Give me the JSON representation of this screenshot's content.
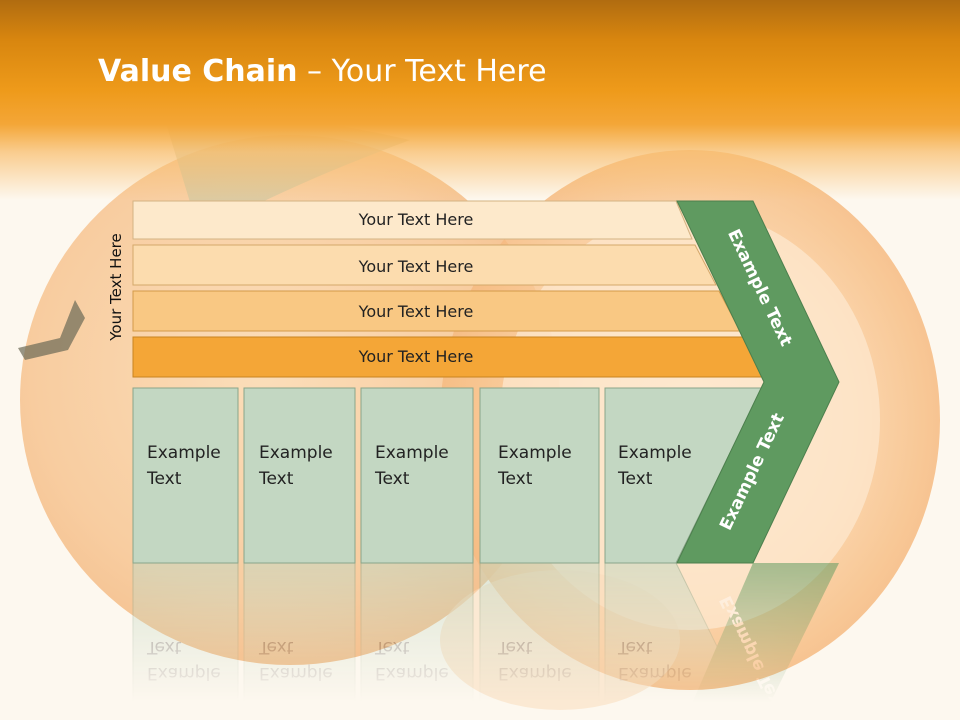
{
  "slide": {
    "title_bold": "Value Chain",
    "title_rest": " – Your Text Here",
    "side_label": "Your Text Here"
  },
  "support_bars": [
    {
      "label": "Your Text Here",
      "color": "#fde9cb"
    },
    {
      "label": "Your Text Here",
      "color": "#fcdcae"
    },
    {
      "label": "Your Text Here",
      "color": "#f9c883"
    },
    {
      "label": "Your Text Here",
      "color": "#f4a637"
    }
  ],
  "primary_cards": [
    {
      "line1": "Example",
      "line2": "Text"
    },
    {
      "line1": "Example",
      "line2": "Text"
    },
    {
      "line1": "Example",
      "line2": "Text"
    },
    {
      "line1": "Example",
      "line2": "Text"
    },
    {
      "line1": "Example",
      "line2": "Text"
    }
  ],
  "chevron": {
    "upper_label": "Example Text",
    "lower_label": "Example Text",
    "color": "#5f9a60"
  },
  "colors": {
    "card_fill": "#c3d7c2",
    "card_stroke": "#8aa58a",
    "header_orange": "#ee9a1a"
  }
}
